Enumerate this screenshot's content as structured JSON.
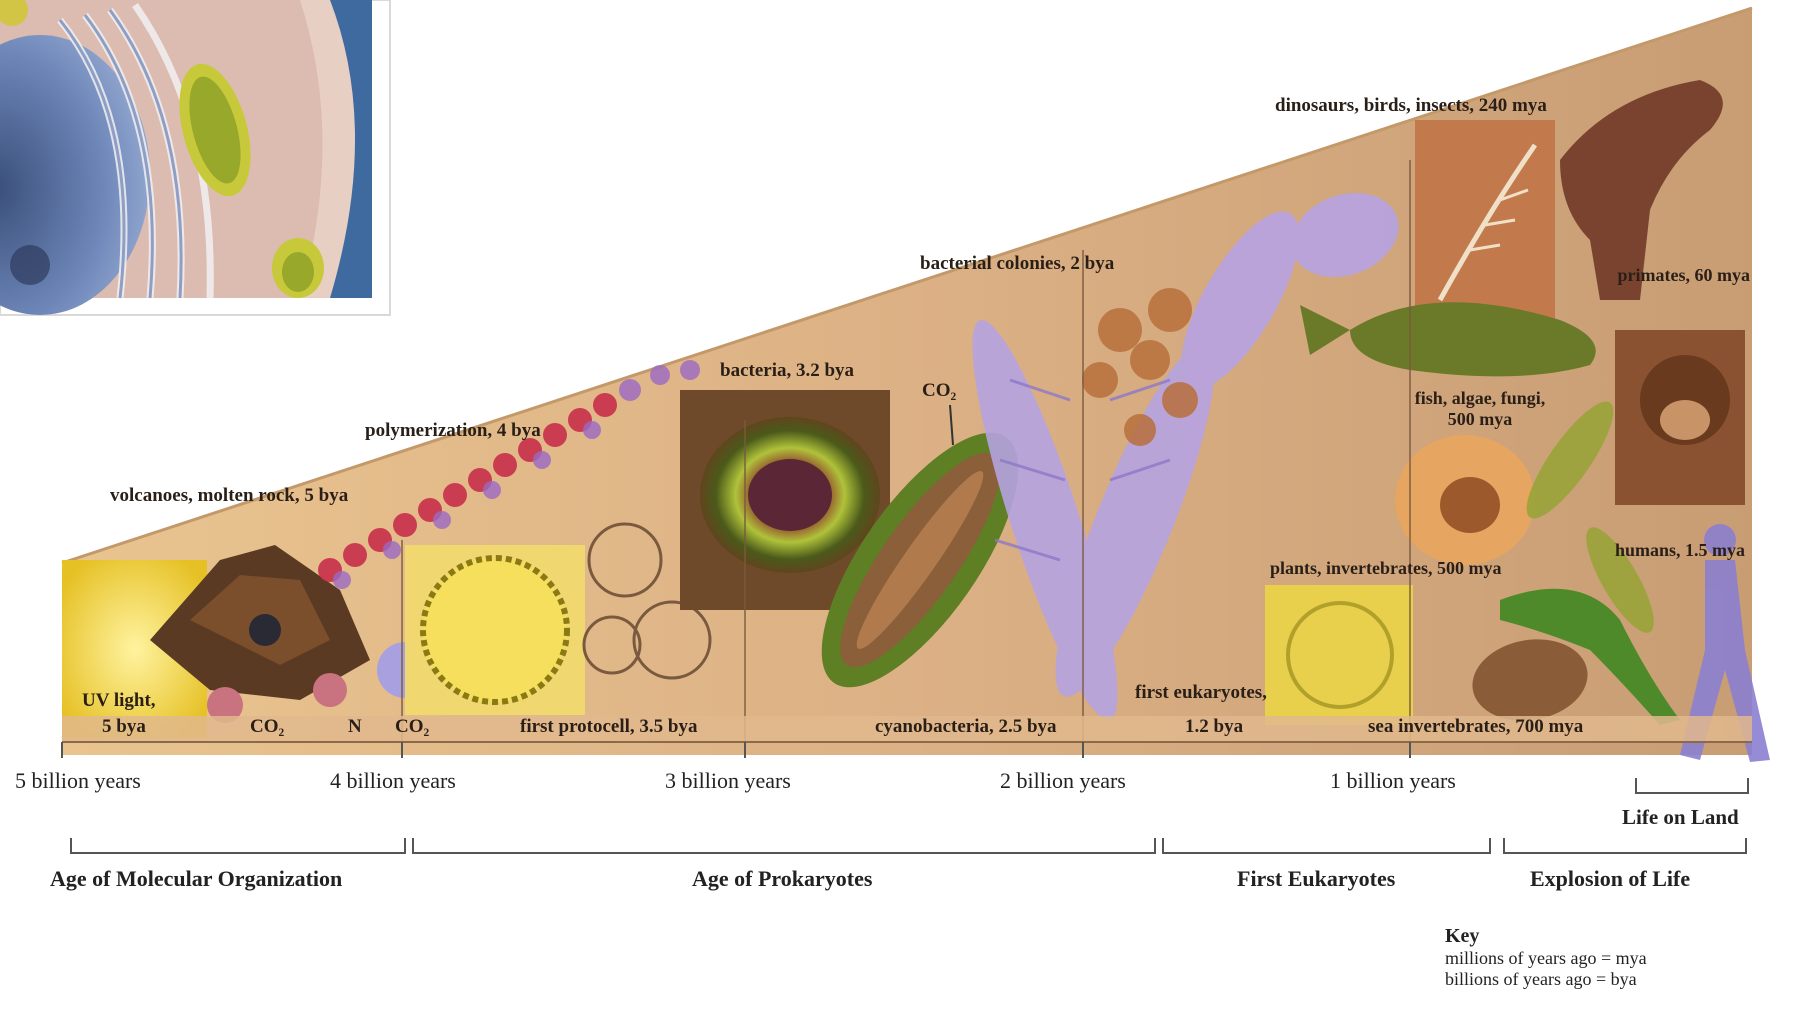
{
  "timeline_labels": {
    "volcanoes": "volcanoes, molten rock, 5 bya",
    "polymerization": "polymerization, 4 bya",
    "bacteria": "bacteria, 3.2 bya",
    "co2_top": "CO₂",
    "bacterial_colonies": "bacterial colonies, 2 bya",
    "dinosaurs": "dinosaurs, birds, insects, 240 mya",
    "primates": "primates, 60 mya",
    "fish": "fish, algae, fungi, 500 mya",
    "plants": "plants, invertebrates, 500 mya",
    "humans": "humans, 1.5 mya",
    "uv_light": "UV light,",
    "uv_bya": "5 bya",
    "co2_a": "CO₂",
    "n": "N",
    "co2_b": "CO₂",
    "first_protocell": "first protocell, 3.5 bya",
    "cyanobacteria": "cyanobacteria, 2.5 bya",
    "first_eukaryotes": "first eukaryotes,",
    "first_eukaryotes_bya": "1.2 bya",
    "sea_invertebrates": "sea invertebrates, 700 mya"
  },
  "axis_ticks": [
    "5 billion years",
    "4 billion years",
    "3 billion years",
    "2 billion years",
    "1 billion years"
  ],
  "eras": {
    "molecular": "Age of Molecular Organization",
    "prokaryotes": "Age of Prokaryotes",
    "eukaryotes": "First Eukaryotes",
    "explosion": "Explosion of Life",
    "land": "Life on Land"
  },
  "key": {
    "title": "Key",
    "mya": "millions of years ago = mya",
    "bya": "billions of years ago = bya"
  },
  "colors": {
    "panel": "#e6c39a",
    "cell_bg": "#3d5f8f",
    "dna_red": "#c8304a",
    "chromosome": "#a994d6",
    "bacteria_green": "#7aa232"
  }
}
